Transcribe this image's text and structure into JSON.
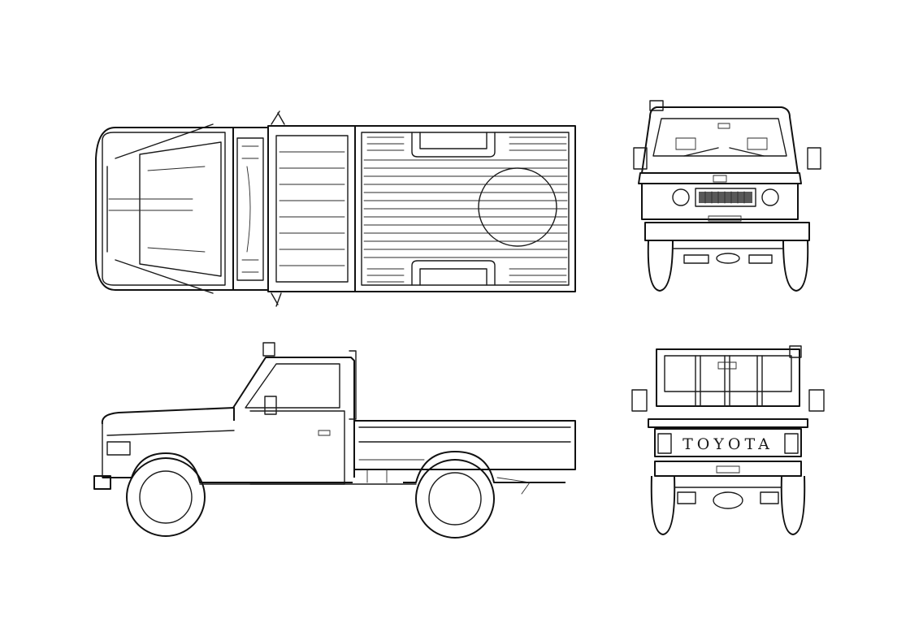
{
  "diagram": {
    "views": [
      {
        "id": "top-view"
      },
      {
        "id": "front-view"
      },
      {
        "id": "side-view"
      },
      {
        "id": "rear-view"
      }
    ],
    "tailgate_lettering": "TOYOTA"
  }
}
